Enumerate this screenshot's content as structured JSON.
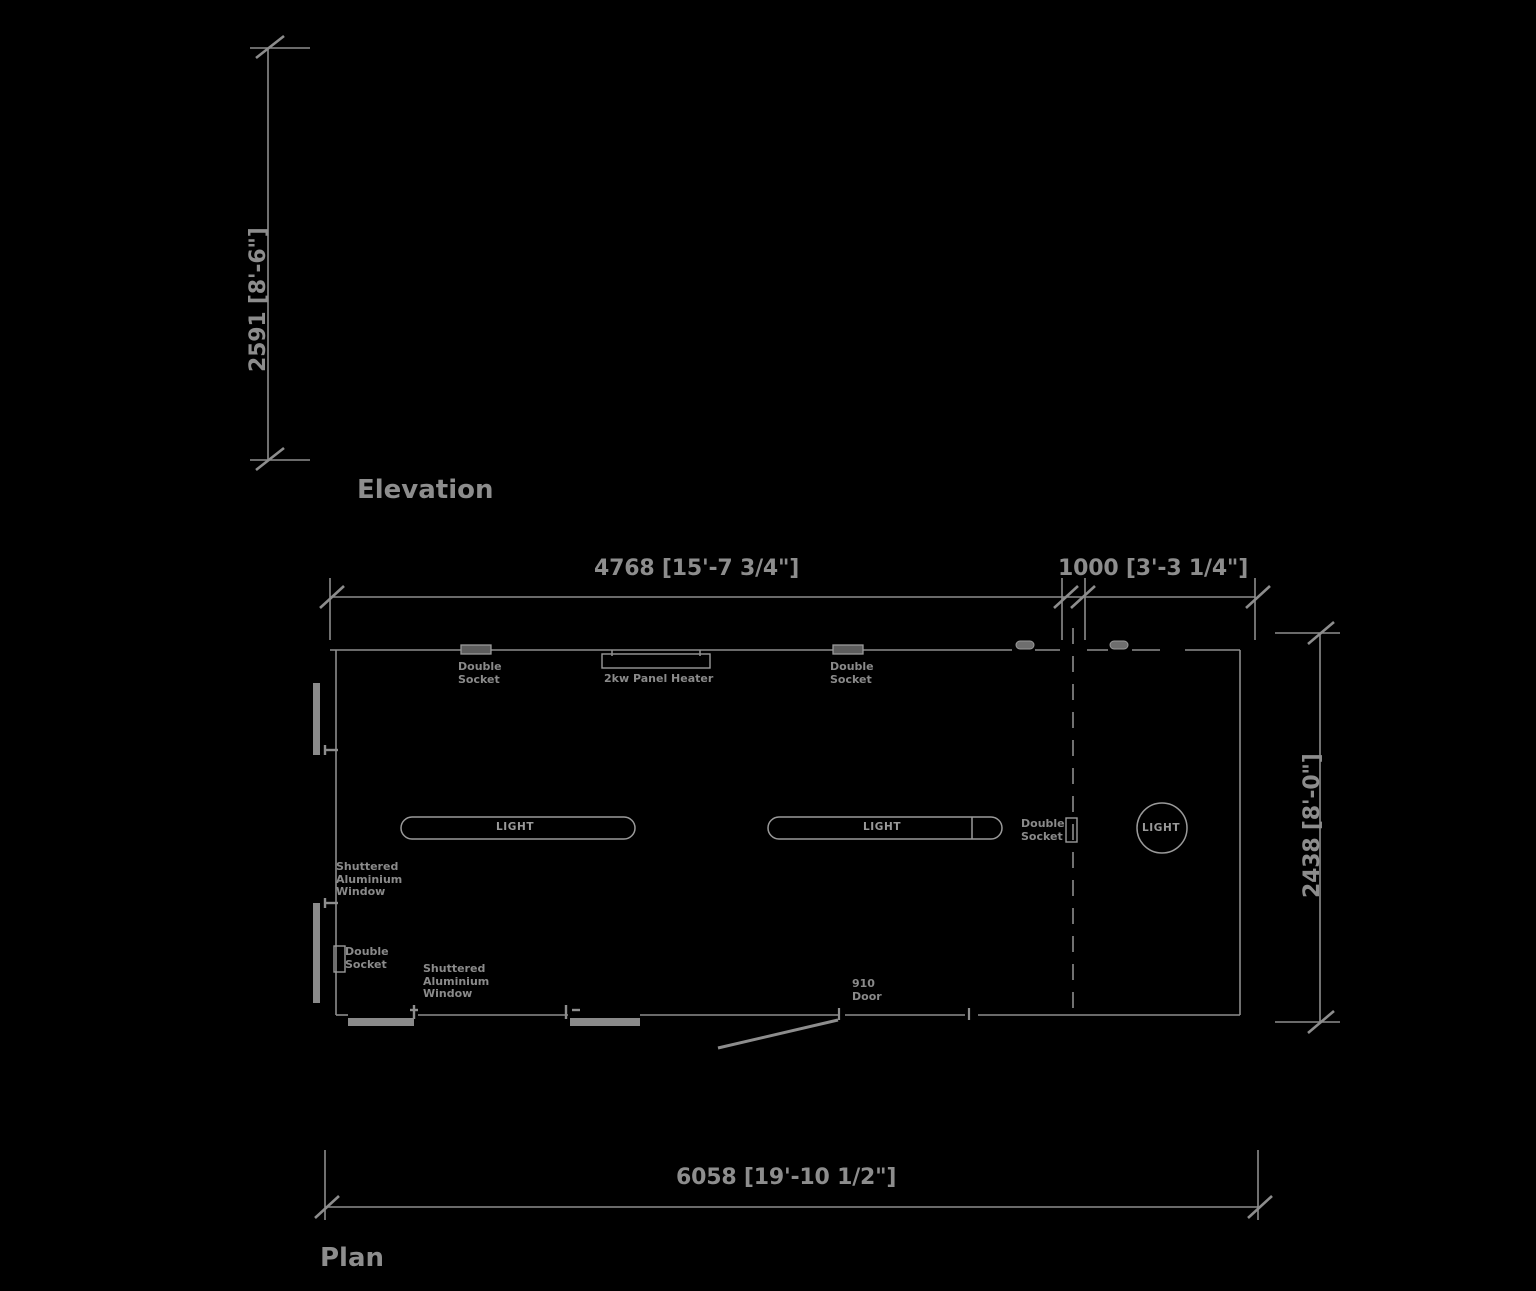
{
  "drawing": {
    "background_color": "#000000",
    "line_color": "#8d8d8d",
    "text_color": "#8d8d8d"
  },
  "views": {
    "elevation": {
      "title": "Elevation",
      "height_dimension": "2591 [8'-6\"]"
    },
    "plan": {
      "title": "Plan",
      "top_dimensions": [
        "4768 [15'-7 3/4\"]",
        "1000 [3'-3 1/4\"]"
      ],
      "right_dimension": "2438 [8'-0\"]",
      "bottom_dimension": "6058 [19'-10 1/2\"]"
    }
  },
  "annotations": {
    "socket_top_left": "Double\nSocket",
    "socket_top_right": "Double\nSocket",
    "socket_partition": "Double\nSocket",
    "socket_left_wall": "Double\nSocket",
    "panel_heater": "2kw Panel Heater",
    "window_left_upper": "Shuttered\nAluminium\nWindow",
    "window_bottom": "Shuttered\nAluminium\nWindow",
    "door": "910\nDoor"
  },
  "fixtures": {
    "light_strip_left": "LIGHT",
    "light_strip_right": "LIGHT",
    "light_round": "LIGHT"
  }
}
